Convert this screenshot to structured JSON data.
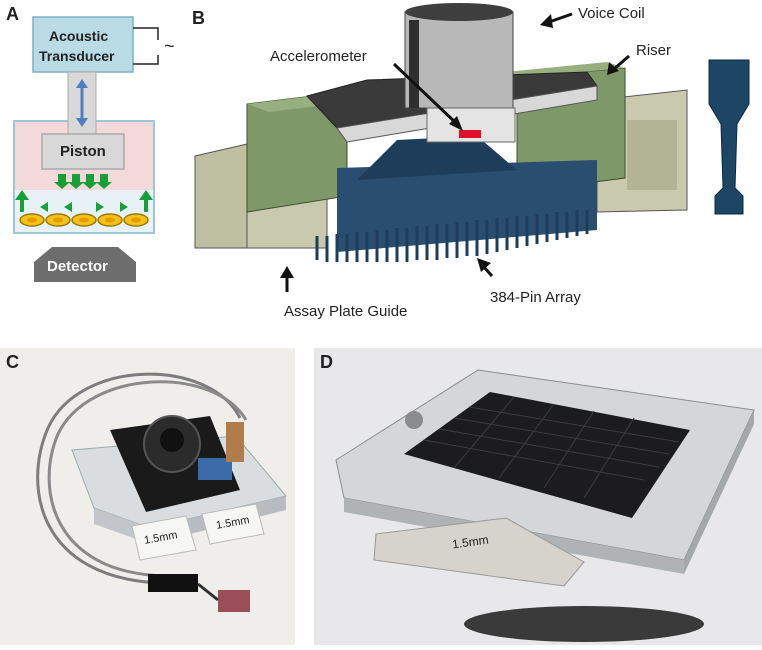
{
  "panels": {
    "a": {
      "letter": "A",
      "transducer_line1": "Acoustic",
      "transducer_line2": "Transducer",
      "ac_symbol": "~",
      "piston": "Piston",
      "detector": "Detector"
    },
    "b": {
      "letter": "B",
      "voice_coil": "Voice Coil",
      "accelerometer": "Accelerometer",
      "riser": "Riser",
      "assay_plate_guide": "Assay Plate Guide",
      "pin_array": "384-Pin Array"
    },
    "c": {
      "letter": "C",
      "label_left": "1.5mm",
      "label_right": "1.5mm"
    },
    "d": {
      "letter": "D",
      "label_shim": "1.5mm"
    }
  },
  "colors": {
    "transducer_box": "#b9dbe6",
    "piston_box": "#d8d8d8",
    "liquid": "#f3d9d9",
    "arrow_green": "#18a038",
    "cell": "#f2c21a",
    "detector": "#6d6d6d",
    "riser_green": "#7e9868",
    "base_tan": "#bfbfa2",
    "pin_blue": "#1d3d5a",
    "voice_coil": "#b8b8b8"
  }
}
